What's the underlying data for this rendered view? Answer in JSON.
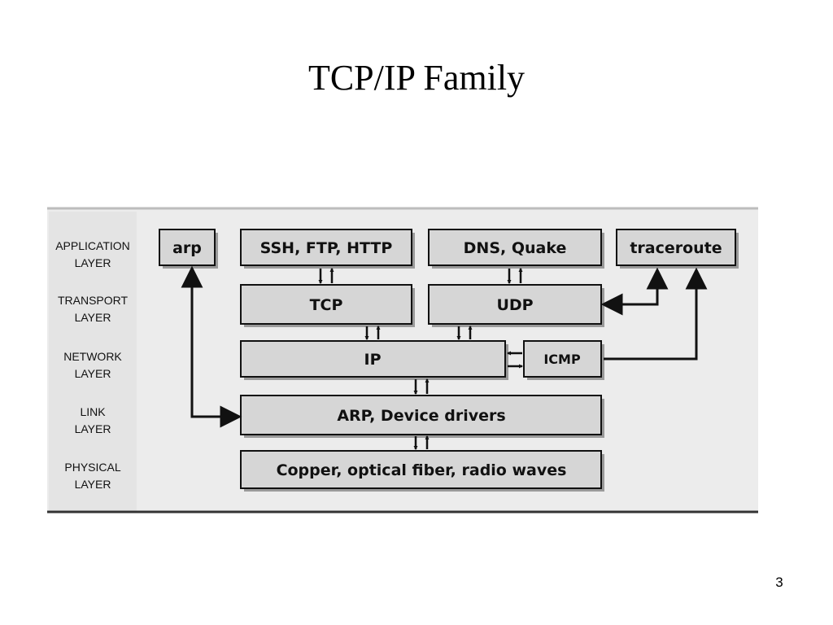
{
  "slide": {
    "title": "TCP/IP Family",
    "page_number": "3"
  },
  "diagram": {
    "layers": [
      {
        "line1": "APPLICATION",
        "line2": "LAYER"
      },
      {
        "line1": "TRANSPORT",
        "line2": "LAYER"
      },
      {
        "line1": "NETWORK",
        "line2": "LAYER"
      },
      {
        "line1": "LINK",
        "line2": "LAYER"
      },
      {
        "line1": "PHYSICAL",
        "line2": "LAYER"
      }
    ],
    "boxes": {
      "arp": "arp",
      "app_protocols": "SSH, FTP, HTTP",
      "dns": "DNS, Quake",
      "traceroute": "traceroute",
      "tcp": "TCP",
      "udp": "UDP",
      "ip": "IP",
      "icmp": "ICMP",
      "link": "ARP, Device drivers",
      "physical": "Copper, optical fiber, radio waves"
    },
    "colors": {
      "panel": "#ececec",
      "label_column": "#e4e4e4",
      "box_fill": "#d6d6d6",
      "box_shadow": "#9a9a9a",
      "line": "#111111"
    }
  }
}
